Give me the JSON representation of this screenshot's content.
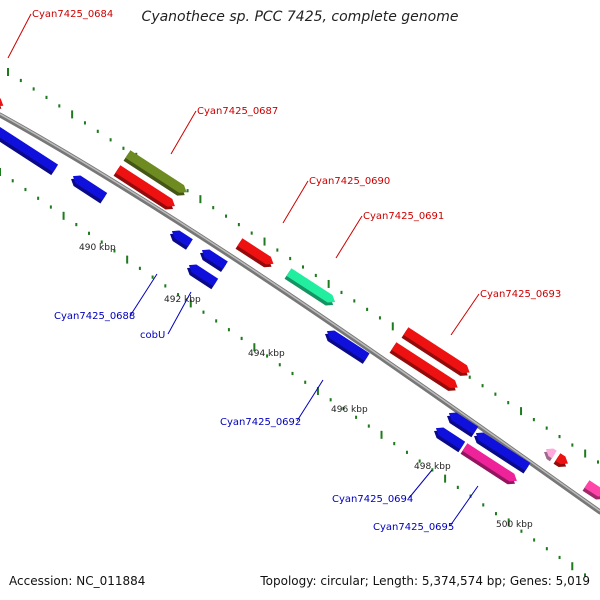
{
  "title": "Cyanothece sp. PCC 7425, complete genome",
  "footer": {
    "accession": "Accession: NC_011884",
    "topology": "Topology: circular; Length: 5,374,574 bp; Genes: 5,019"
  },
  "colors": {
    "backbone": "#8a8a8a",
    "tick_minor": "#1f7a1f",
    "label_forward": "#cc0000",
    "label_reverse": "#0000bb"
  },
  "kbp_labels": [
    "490 kbp",
    "492 kbp",
    "494 kbp",
    "496 kbp",
    "498 kbp",
    "500 kbp"
  ],
  "genes_forward": [
    {
      "label": "Cyan7425_0684",
      "color": "#ee1111"
    },
    {
      "label": "Cyan7425_0687",
      "color": "#6e8b22"
    },
    {
      "label": "Cyan7425_0690",
      "color": "#ee1111"
    },
    {
      "label": "Cyan7425_0691",
      "color": "#ee1111"
    },
    {
      "label": "Cyan7425_0693",
      "color": "#22eea0"
    },
    {
      "label": "",
      "color": "#ee1111"
    },
    {
      "label": "",
      "color": "#ee1111"
    },
    {
      "label": "",
      "color": "#ee1111"
    },
    {
      "label": "",
      "color": "#ff44aa"
    }
  ],
  "genes_reverse": [
    {
      "label": "Cyan7425_0688",
      "color": "#1010dd"
    },
    {
      "label": "cobU",
      "color": "#1010dd"
    },
    {
      "label": "Cyan7425_0692",
      "color": "#1010dd"
    },
    {
      "label": "Cyan7425_0694",
      "color": "#1010dd"
    },
    {
      "label": "Cyan7425_0695",
      "color": "#ee2299"
    },
    {
      "label": "",
      "color": "#1010dd"
    },
    {
      "label": "",
      "color": "#1010dd"
    },
    {
      "label": "",
      "color": "#1010dd"
    },
    {
      "label": "",
      "color": "#1010dd"
    }
  ]
}
